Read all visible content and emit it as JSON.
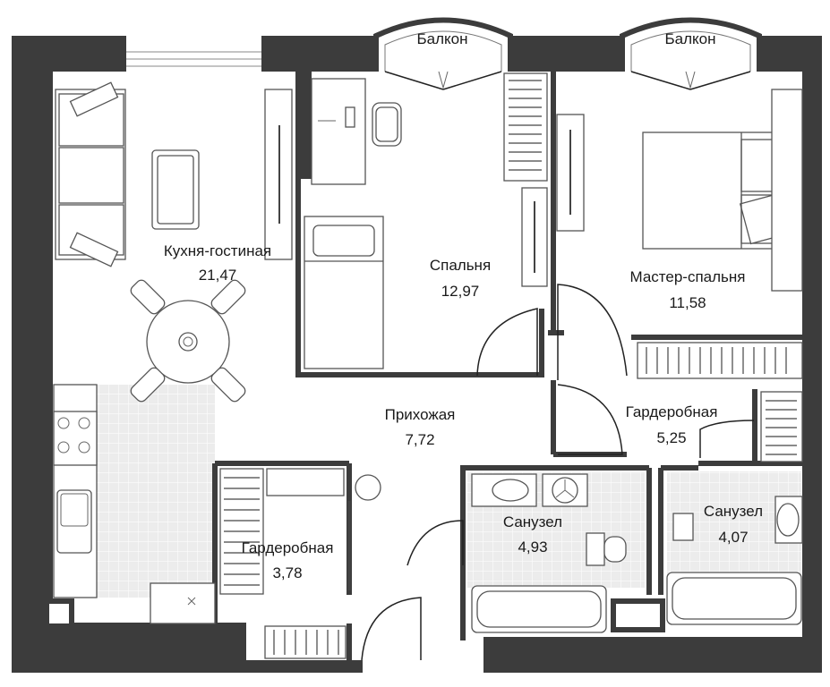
{
  "balconies": [
    {
      "label": "Балкон"
    },
    {
      "label": "Балкон"
    }
  ],
  "rooms": {
    "kitchen_living": {
      "name": "Кухня-гостиная",
      "area": "21,47"
    },
    "bedroom": {
      "name": "Спальня",
      "area": "12,97"
    },
    "master_bedroom": {
      "name": "Мастер-спальня",
      "area": "11,58"
    },
    "hallway": {
      "name": "Прихожая",
      "area": "7,72"
    },
    "wardrobe_right": {
      "name": "Гардеробная",
      "area": "5,25"
    },
    "bathroom_center": {
      "name": "Санузел",
      "area": "4,93"
    },
    "bathroom_right": {
      "name": "Санузел",
      "area": "4,07"
    },
    "wardrobe_left": {
      "name": "Гардеробная",
      "area": "3,78"
    }
  },
  "colors": {
    "wall": "#3c3c3c",
    "tile": "#ececec",
    "background": "#ffffff"
  }
}
